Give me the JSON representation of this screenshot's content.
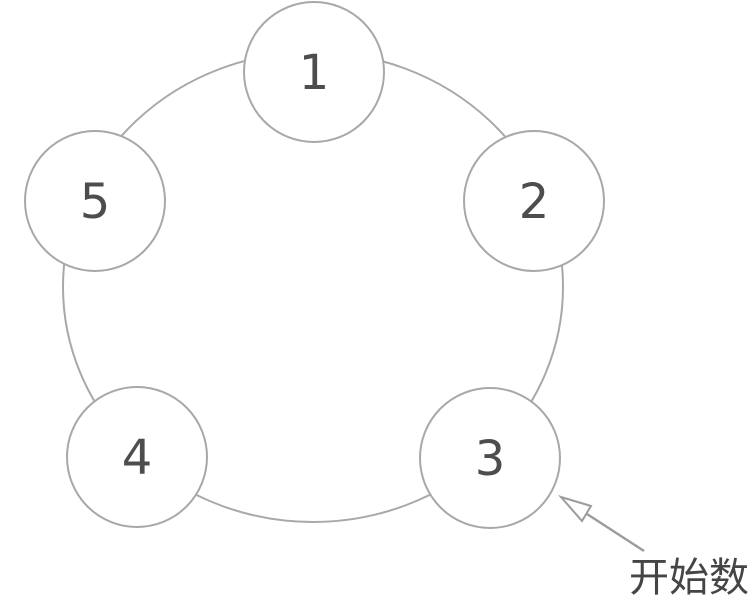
{
  "diagram": {
    "nodes": [
      {
        "label": "1"
      },
      {
        "label": "2"
      },
      {
        "label": "3"
      },
      {
        "label": "4"
      },
      {
        "label": "5"
      }
    ],
    "annotation": {
      "text": "开始数",
      "points_to_node": "3"
    },
    "colors": {
      "ring_stroke": "#a8a8a8",
      "node_fill": "#ffffff",
      "node_stroke": "#a8a8a8",
      "number_color": "#4d4d4d",
      "arrow_color": "#9c9c9c",
      "annotation_color": "#454545",
      "background": "#ffffff"
    }
  }
}
